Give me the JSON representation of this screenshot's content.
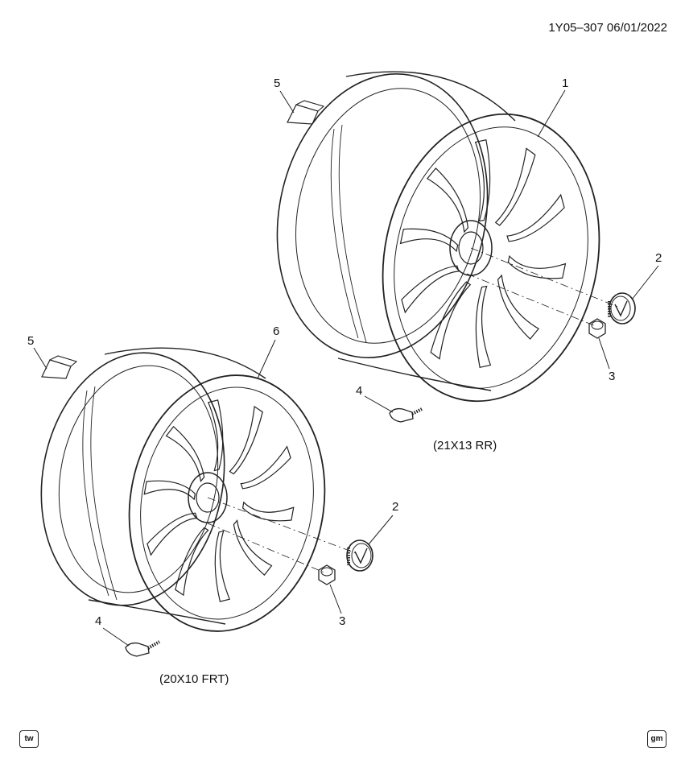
{
  "header": {
    "doc_id": "1Y05–307  06/01/2022"
  },
  "callouts": {
    "rear_wheel": "1",
    "rear_cap": "2",
    "rear_nut": "3",
    "rear_sensor": "4",
    "rear_weight": "5",
    "front_wheel": "6",
    "front_cap": "2",
    "front_nut": "3",
    "front_sensor": "4",
    "front_weight": "5"
  },
  "captions": {
    "rear": "(21X13 RR)",
    "front": "(20X10 FRT)"
  },
  "footer": {
    "left_badge": "tw",
    "right_badge": "gm"
  }
}
